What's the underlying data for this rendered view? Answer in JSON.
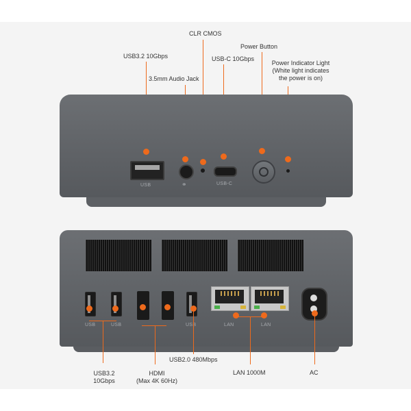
{
  "top_labels": {
    "usb32": "USB3.2 10Gbps",
    "audio": "3.5mm Audio Jack",
    "clr": "CLR CMOS",
    "usbc": "USB-C 10Gbps",
    "power_button": "Power Button",
    "power_light_1": "Power Indicator Light",
    "power_light_2": "(White light indicates",
    "power_light_3": "the power is on)"
  },
  "front_port_text": {
    "usb": "USB",
    "usbc": "USB-C"
  },
  "back_port_text": {
    "usb1": "USB",
    "usb2": "USB",
    "usb3": "USB",
    "lan1": "LAN",
    "lan2": "LAN"
  },
  "bottom_labels": {
    "usb32_1": "USB3.2",
    "usb32_2": "10Gbps",
    "hdmi_1": "HDMI",
    "hdmi_2": "(Max 4K 60Hz)",
    "usb20": "USB2.0 480Mbps",
    "lan": "LAN 1000M",
    "ac": "AC"
  },
  "colors": {
    "accent": "#ee6a1c",
    "case": "#62656a",
    "background": "#f4f4f4"
  }
}
